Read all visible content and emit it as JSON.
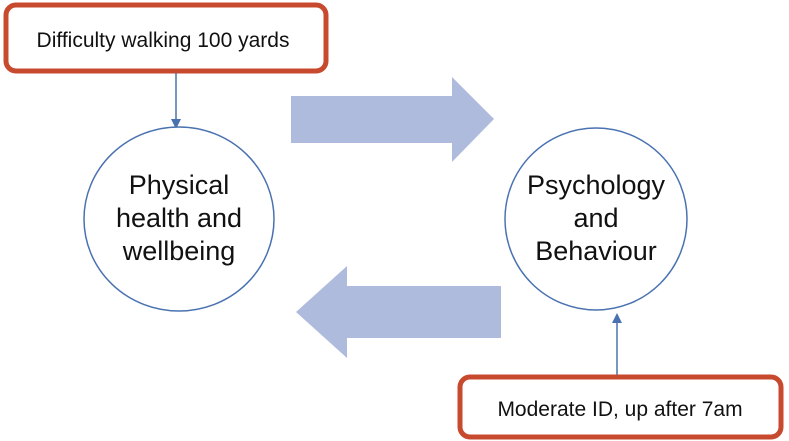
{
  "diagram": {
    "top_box": {
      "label": "Difficulty walking 100 yards"
    },
    "bottom_box": {
      "label": "Moderate ID, up after 7am"
    },
    "left_circle": {
      "lines": [
        "Physical",
        "health and",
        "wellbeing"
      ]
    },
    "right_circle": {
      "lines": [
        "Psychology",
        "and",
        "Behaviour"
      ]
    }
  },
  "colors": {
    "box_border": "#c84a2e",
    "circle_border": "#4a72b0",
    "connector": "#4a72b0",
    "block_arrow": "#aebbdd",
    "text": "#111111"
  }
}
